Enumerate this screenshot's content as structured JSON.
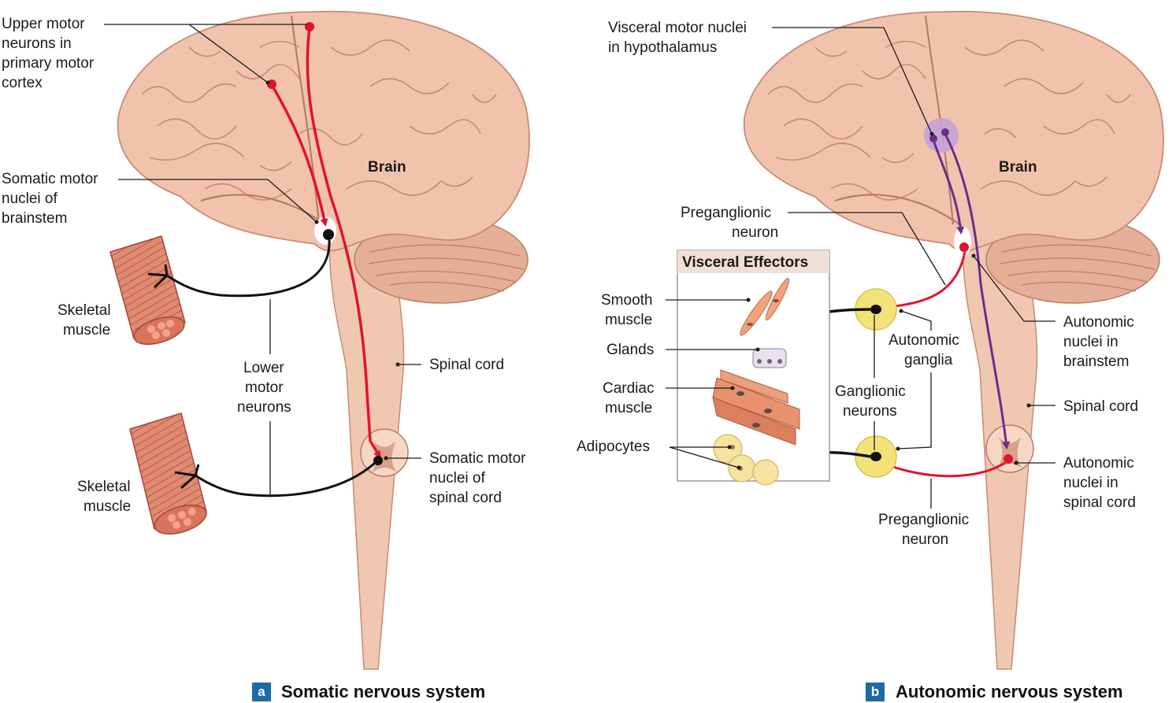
{
  "colors": {
    "brain": "#f2c3ac",
    "brain_dark": "#c98a74",
    "cerebellum": "#e5ae97",
    "spinal_cord": "#f0c7b0",
    "upper_motor_path": "#e0142b",
    "visceral_motor_path": "#6b2d8c",
    "lower_motor_path": "#111111",
    "ganglion": "#f3e27a",
    "caption_box": "#1d6aa5",
    "muscle": "#d9735c"
  },
  "panel_a": {
    "letter": "a",
    "caption": "Somatic nervous system",
    "brain_label": "Brain",
    "labels": {
      "upper_motor": [
        "Upper motor",
        "neurons in",
        "primary motor",
        "cortex"
      ],
      "somatic_brainstem": [
        "Somatic motor",
        "nuclei of",
        "brainstem"
      ],
      "skeletal_muscle_1": [
        "Skeletal",
        "muscle"
      ],
      "lower_motor": [
        "Lower",
        "motor",
        "neurons"
      ],
      "skeletal_muscle_2": [
        "Skeletal",
        "muscle"
      ],
      "spinal_cord": "Spinal cord",
      "somatic_spinal": [
        "Somatic motor",
        "nuclei of",
        "spinal cord"
      ]
    }
  },
  "panel_b": {
    "letter": "b",
    "caption": "Autonomic nervous system",
    "brain_label": "Brain",
    "labels": {
      "visceral_hypothalamus": [
        "Visceral motor nuclei",
        "in hypothalamus"
      ],
      "preganglionic_top": [
        "Preganglionic",
        "neuron"
      ],
      "visceral_effectors_title": "Visceral Effectors",
      "smooth_muscle": [
        "Smooth",
        "muscle"
      ],
      "glands": "Glands",
      "cardiac_muscle": [
        "Cardiac",
        "muscle"
      ],
      "adipocytes": "Adipocytes",
      "autonomic_ganglia": [
        "Autonomic",
        "ganglia"
      ],
      "ganglionic_neurons": [
        "Ganglionic",
        "neurons"
      ],
      "preganglionic_bottom": [
        "Preganglionic",
        "neuron"
      ],
      "autonomic_brainstem": [
        "Autonomic",
        "nuclei in",
        "brainstem"
      ],
      "spinal_cord": "Spinal cord",
      "autonomic_spinal": [
        "Autonomic",
        "nuclei in",
        "spinal cord"
      ]
    }
  }
}
